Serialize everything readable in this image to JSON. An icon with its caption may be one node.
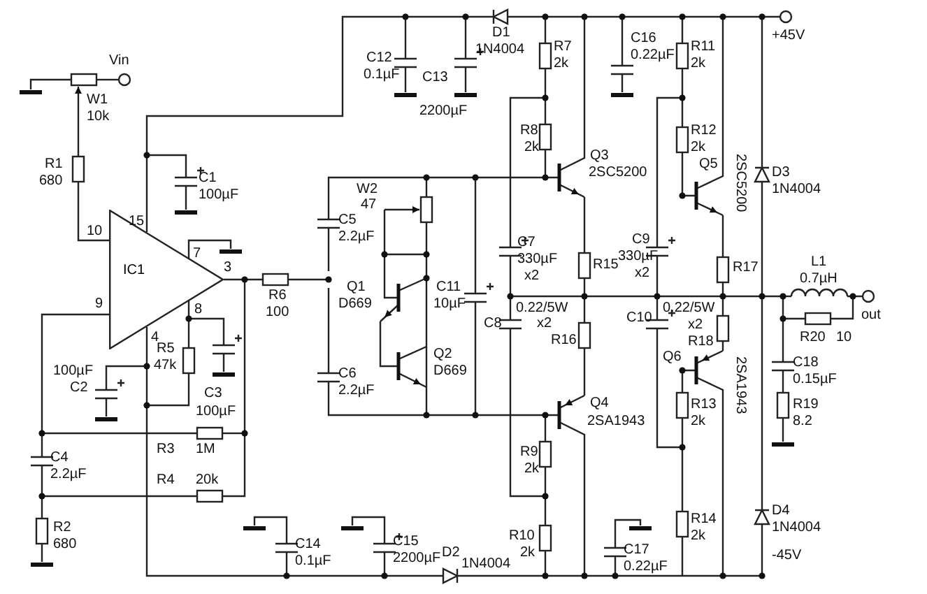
{
  "diagram": {
    "nodes": [
      {
        "text": [
          "IC1"
        ]
      }
    ],
    "labels": [
      "+45V",
      "D1",
      "1N4004",
      "R7",
      "2k",
      "C16",
      "0.22µF",
      "R11",
      "2k",
      "Vin",
      "C12",
      "0.1µF",
      "C13",
      "2200µF",
      "W1",
      "10k",
      "R8",
      "2k",
      "R12",
      "2k",
      "R1",
      "680",
      "C1",
      "100µF",
      "Q3",
      "2SC5200",
      "Q5",
      "2SC5200",
      "D3",
      "1N4004",
      "W2",
      "47",
      "15",
      "C5",
      "2.2µF",
      "10",
      "7",
      "C7",
      "330µF",
      "x2",
      "R15",
      "C9",
      "330µF",
      "x2",
      "R17",
      "L1",
      "0.7µH",
      "3",
      "Q1",
      "D669",
      "C11",
      "10µF",
      "9",
      "8",
      "R6",
      "100",
      "0.22/5W",
      "x2",
      "R16",
      "C8",
      "C10",
      "0.22/5W",
      "x2",
      "R18",
      "out",
      "R20",
      "10",
      "4",
      "R5",
      "47k",
      "Q2",
      "D669",
      "Q6",
      "2SA1943",
      "C18",
      "0.15µF",
      "100µF",
      "C2",
      "C6",
      "2.2µF",
      "C3",
      "100µF",
      "Q4",
      "2SA1943",
      "R13",
      "2k",
      "R19",
      "8.2",
      "R3",
      "1M",
      "C4",
      "2.2µF",
      "R9",
      "2k",
      "R4",
      "20k",
      "D4",
      "1N4004",
      "R14",
      "2k",
      "R2",
      "680",
      "R10",
      "2k",
      "C14",
      "0.1µF",
      "C15",
      "2200µF",
      "D2",
      "1N4004",
      "C17",
      "0.22µF",
      "-45V"
    ]
  }
}
